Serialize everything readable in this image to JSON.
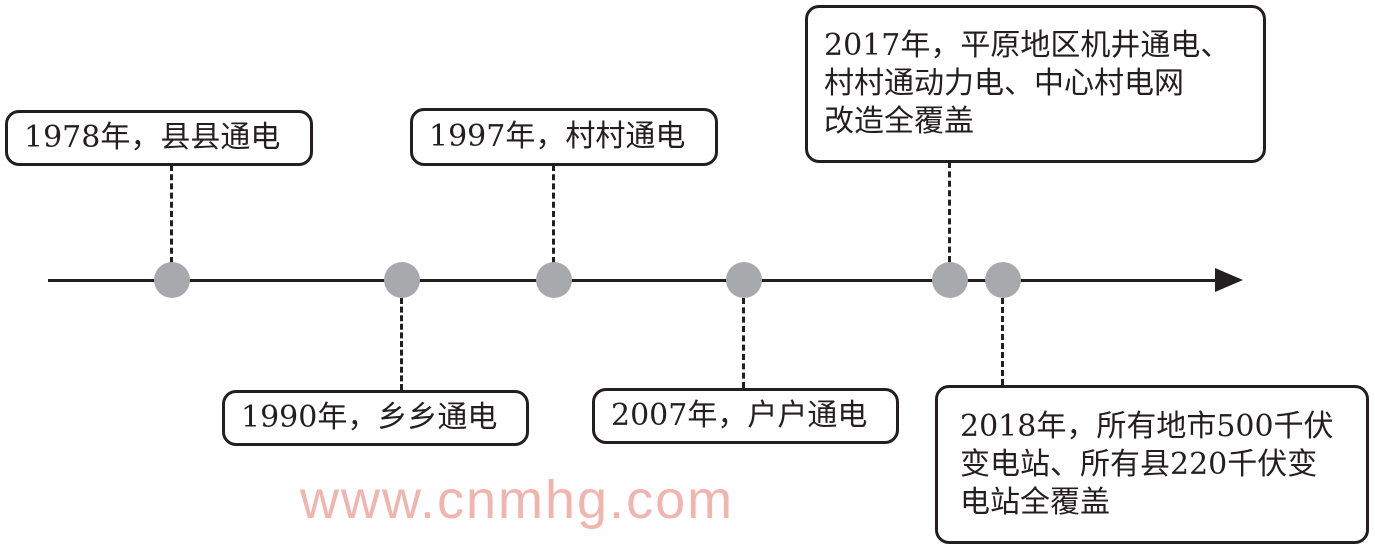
{
  "events": [
    {
      "lines": [
        "1978年，县县通电"
      ]
    },
    {
      "lines": [
        "1990年，乡乡通电"
      ]
    },
    {
      "lines": [
        "1997年，村村通电"
      ]
    },
    {
      "lines": [
        "2007年，户户通电"
      ]
    },
    {
      "lines": [
        "2017年，平原地区机井通电、",
        "村村通动力电、中心村电网",
        "改造全覆盖"
      ]
    },
    {
      "lines": [
        "2018年，所有地市500千伏",
        "变电站、所有县220千伏变",
        "电站全覆盖"
      ]
    }
  ],
  "watermark": "www.cnmhg.com",
  "colors": {
    "line": "#231f20",
    "dot": "#a7a9ac"
  }
}
